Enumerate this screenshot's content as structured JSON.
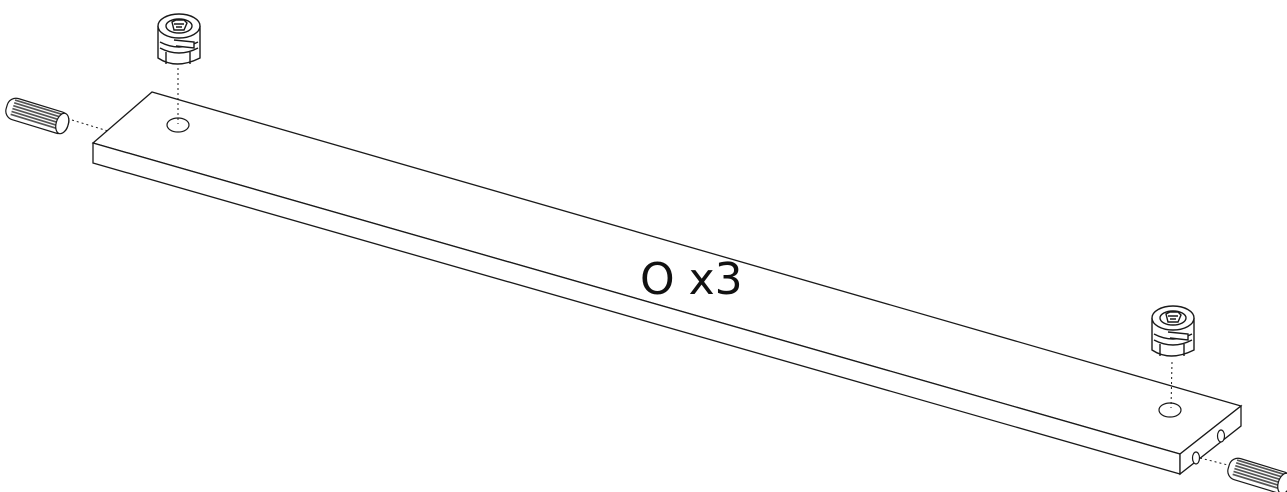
{
  "assembly": {
    "part_label": "O x3",
    "line_color": "#1a1a1a"
  },
  "hardware": [
    {
      "kind": "wooden-dowel",
      "icon": "dowel-icon"
    },
    {
      "kind": "cam-lock",
      "icon": "cam-lock-icon"
    }
  ]
}
